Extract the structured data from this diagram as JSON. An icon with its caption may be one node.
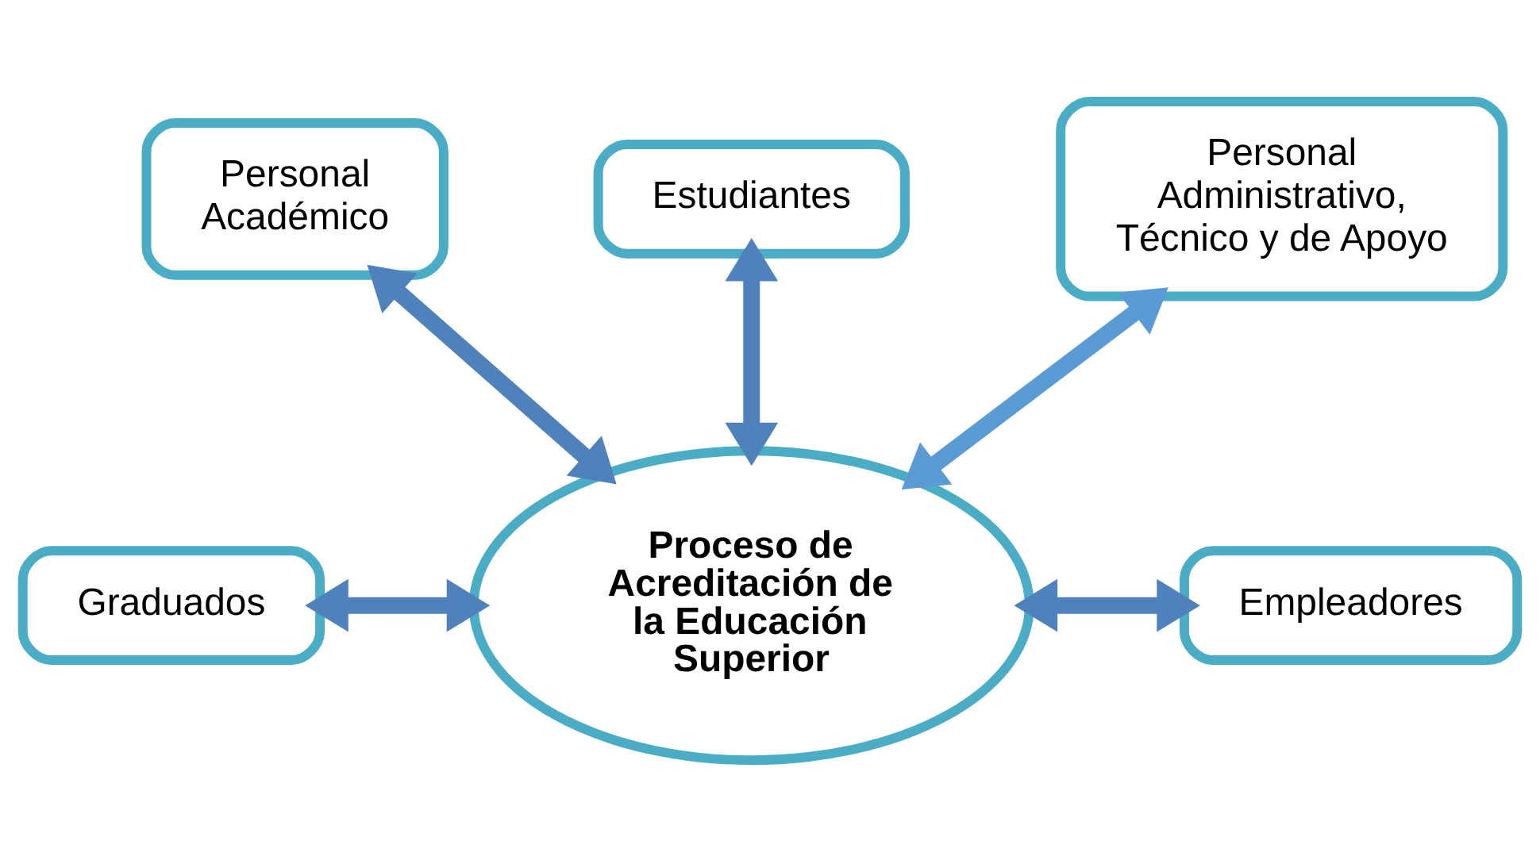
{
  "diagram": {
    "nodes": [
      {
        "text": [
          "Estudiantes"
        ]
      },
      {
        "text": [
          "Personal Académico"
        ]
      },
      {
        "text": [
          "Personal Administrativo, Técnico y de Apoyo"
        ]
      },
      {
        "text": [
          "Graduados"
        ]
      },
      {
        "text": [
          "Proceso de Acreditación de la Educación Superior"
        ]
      },
      {
        "text": [
          "Empleadores"
        ]
      }
    ],
    "edges": [
      {
        "from": 4,
        "to": 0,
        "arrow": "both"
      },
      {
        "from": 4,
        "to": 1,
        "arrow": "both"
      },
      {
        "from": 4,
        "to": 2,
        "arrow": "both",
        "color": "#5b9bd5"
      },
      {
        "from": 3,
        "to": 4,
        "arrow": "both"
      },
      {
        "from": 4,
        "to": 5,
        "arrow": "both"
      }
    ]
  }
}
